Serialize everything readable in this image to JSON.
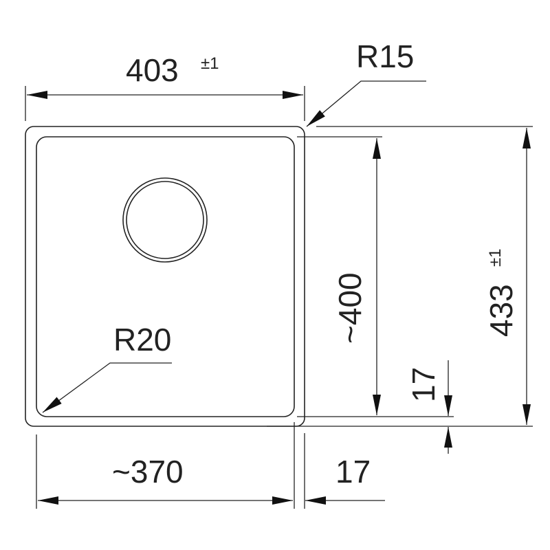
{
  "dimensions": {
    "overall_width": {
      "value": "403",
      "tolerance": "±1"
    },
    "overall_depth": {
      "value": "433",
      "tolerance": "±1"
    },
    "bowl_width": "~370",
    "bowl_depth": "~400",
    "rim_side": "17",
    "rim_bottom": "17",
    "outer_radius": "R15",
    "inner_radius": "R20"
  }
}
